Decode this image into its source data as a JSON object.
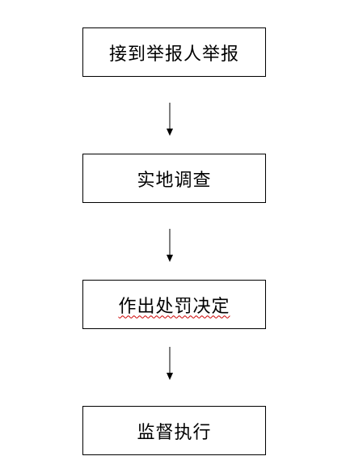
{
  "diagram": {
    "steps": [
      {
        "label": "接到举报人举报"
      },
      {
        "label": "实地调查"
      },
      {
        "label": "作出处罚决定",
        "spellcheck_underline_color": "#cc0000"
      },
      {
        "label": "监督执行"
      }
    ],
    "colors": {
      "stroke": "#000000",
      "background": "#ffffff"
    }
  }
}
